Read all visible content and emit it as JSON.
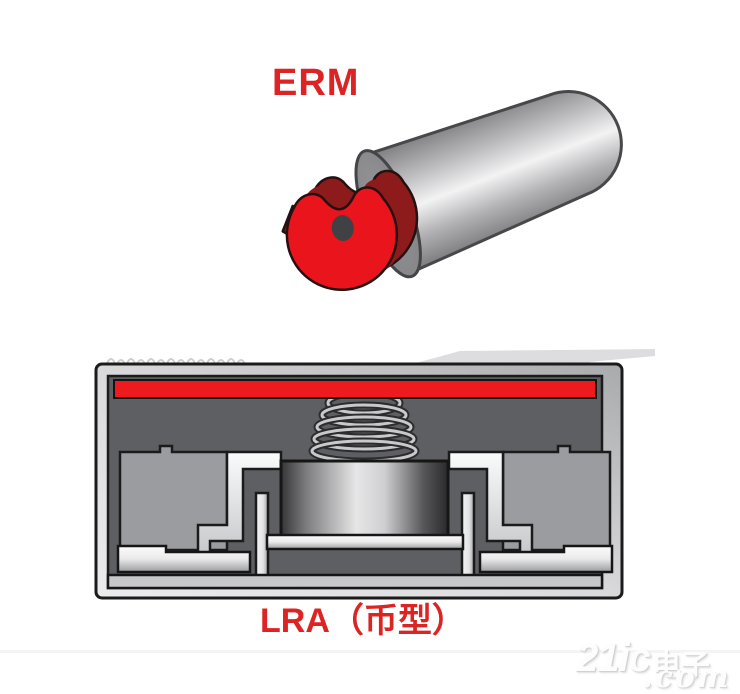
{
  "labels": {
    "erm": "ERM",
    "lra": "LRA（币型）"
  },
  "watermark": {
    "brand": "21ic",
    "site": "电子网",
    "domain": ".com"
  },
  "colors": {
    "label_red": "#dc2424",
    "mass_red": "#e9141c",
    "mass_dark_red": "#8e1b1c",
    "lra_top_bar_red": "#ed1b1d",
    "interior_gray": "#5e5f63",
    "block_gray": "#9b9c9f",
    "metal_light": "#f5f5f6",
    "outline_black": "#1b1b1b"
  }
}
